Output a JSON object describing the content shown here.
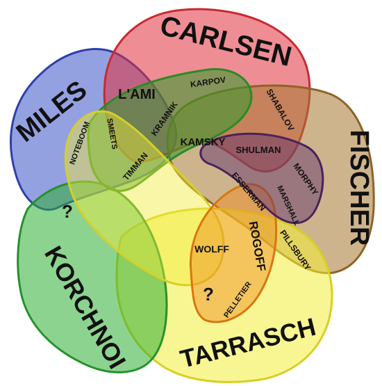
{
  "sets": [
    {
      "id": "miles",
      "label": "MILES",
      "fill": "#3c54c6",
      "stroke": "#2f3fa8"
    },
    {
      "id": "carlsen",
      "label": "CARLSEN",
      "fill": "#e0323c",
      "stroke": "#c72a31"
    },
    {
      "id": "fischer",
      "label": "FISCHER",
      "fill": "#a5772f",
      "stroke": "#8e6325"
    },
    {
      "id": "tarrasch",
      "label": "TARRASCH",
      "fill": "#f3ee3a",
      "stroke": "#d8cf22"
    },
    {
      "id": "korchnoi",
      "label": "KORCHNOI",
      "fill": "#2fae34",
      "stroke": "#23922a"
    },
    {
      "id": "green-inner",
      "label": "",
      "fill": "#2f9a2a",
      "stroke": "#2b8a26"
    },
    {
      "id": "yellow-inner",
      "label": "",
      "fill": "#f2ec3c",
      "stroke": "#d6cf2a"
    },
    {
      "id": "orange-inner",
      "label": "",
      "fill": "#f08a1c",
      "stroke": "#d9760f"
    },
    {
      "id": "purple-inner",
      "label": "",
      "fill": "#5b2b6e",
      "stroke": "#4a2259"
    }
  ],
  "players": {
    "lami": "L'AMI",
    "karpov": "KARPOV",
    "kramnik": "KRAMNIK",
    "shabalov": "SHABALOV",
    "smeets": "SMEETS",
    "noteboom": "NOTEBOOM",
    "kamsky": "KAMSKY",
    "shulman": "SHULMAN",
    "timman": "TIMMAN",
    "morphy": "MORPHY",
    "esserman": "ESSERMAN",
    "marshall": "MARSHALL",
    "rogoff": "ROGOFF",
    "pillsbury": "PILLSBURY",
    "wolff": "WOLFF",
    "pelletier": "PELLETIER"
  },
  "unknowns": {
    "left": "?",
    "bottom": "?"
  }
}
